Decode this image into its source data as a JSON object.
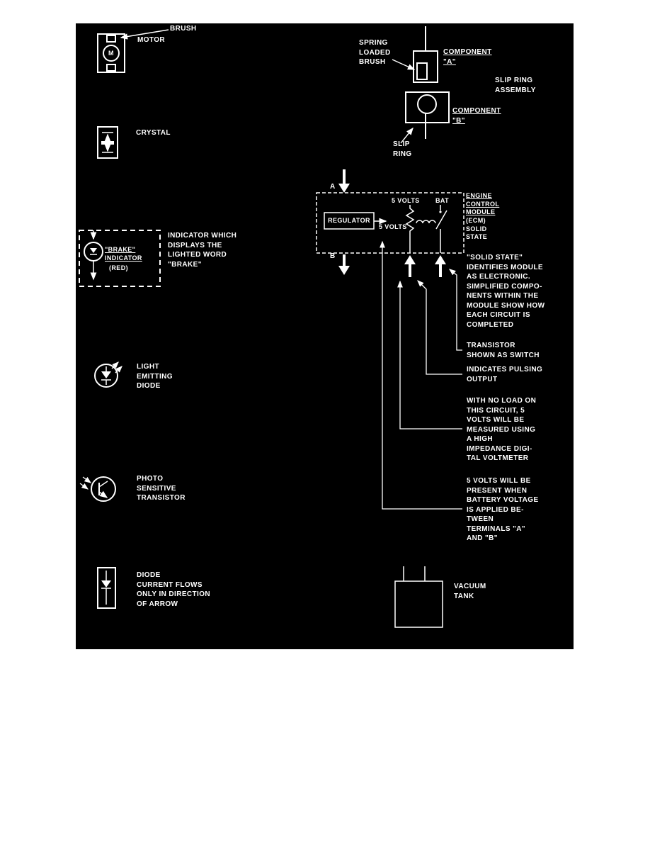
{
  "colors": {
    "fg": "#ffffff",
    "bg": "#000000",
    "page": "#ffffff"
  },
  "legend": {
    "brush_label": "BRUSH",
    "motor_label": "MOTOR",
    "motor_letter": "M",
    "crystal_label": "CRYSTAL",
    "indicator_caption": "INDICATOR WHICH\nDISPLAYS THE\nLIGHTED WORD\n\"BRAKE\"",
    "brake_indicator_name": "\"BRAKE\"\nINDICATOR",
    "brake_indicator_color": "(RED)",
    "led_label": "LIGHT\nEMITTING\nDIODE",
    "photo_label": "PHOTO\nSENSITIVE\nTRANSISTOR",
    "diode_label": "DIODE\nCURRENT FLOWS\nONLY IN DIRECTION\nOF ARROW"
  },
  "slip_ring": {
    "spring_loaded_brush": "SPRING\nLOADED\nBRUSH",
    "component_a": "COMPONENT\n\"A\"",
    "assembly": "SLIP RING\nASSEMBLY",
    "component_b": "COMPONENT\n\"B\"",
    "slip_ring": "SLIP\nRING"
  },
  "ecm": {
    "terminal_a": "A",
    "terminal_b": "B",
    "regulator": "REGULATOR",
    "five_volts_out": "5 VOLTS",
    "five_volts_top": "5 VOLTS",
    "bat": "BAT",
    "module_name": "ENGINE\nCONTROL\nMODULE",
    "module_sub": "(ECM)\nSOLID\nSTATE"
  },
  "notes": {
    "solid_state": "\"SOLID STATE\"\nIDENTIFIES MODULE\nAS ELECTRONIC.\nSIMPLIFIED COMPO-\nNENTS WITHIN THE\nMODULE SHOW HOW\nEACH CIRCUIT IS\nCOMPLETED",
    "transistor": "TRANSISTOR\nSHOWN AS SWITCH",
    "pulsing": "INDICATES PULSING\nOUTPUT",
    "no_load": "WITH NO LOAD ON\nTHIS CIRCUIT, 5\nVOLTS WILL BE\nMEASURED USING\nA HIGH\nIMPEDANCE DIGI-\nTAL VOLTMETER",
    "five_volts_present": "5 VOLTS WILL BE\nPRESENT WHEN\nBATTERY VOLTAGE\nIS APPLIED BE-\nTWEEN\nTERMINALS \"A\"\nAND \"B\""
  },
  "vacuum": {
    "label": "VACUUM\nTANK"
  }
}
